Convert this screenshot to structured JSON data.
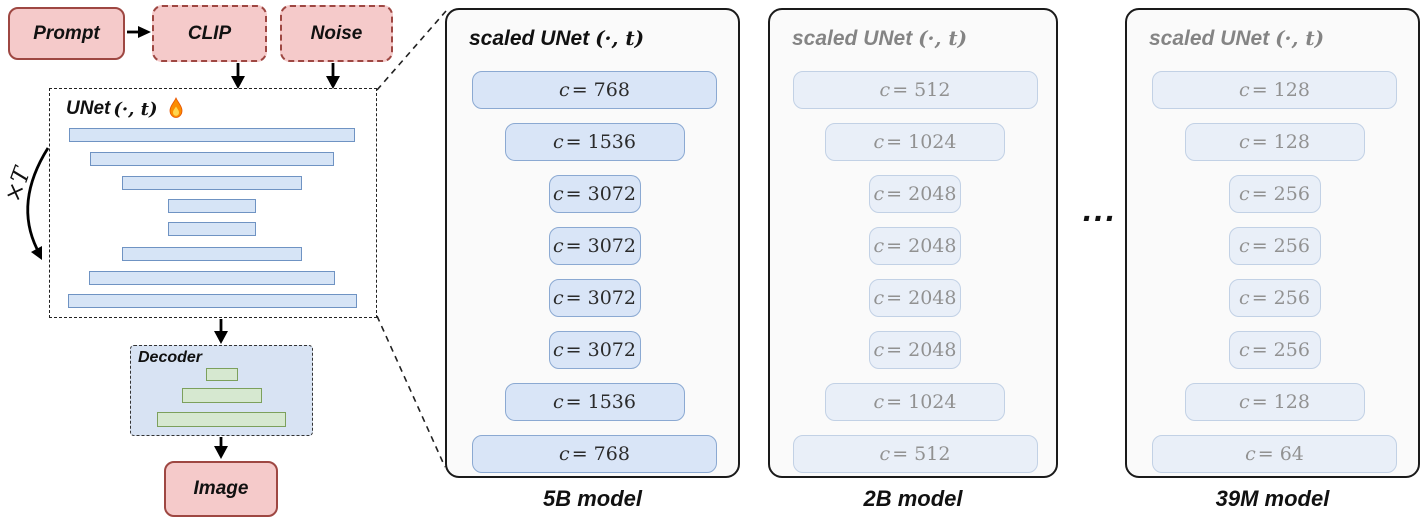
{
  "figure": {
    "flow": {
      "prompt_label": "Prompt",
      "clip_label": "CLIP",
      "noise_label": "Noise",
      "unet_title": "UNet",
      "unet_title_math": "(·, t)",
      "fire_icon": "flame",
      "loop_label": "×T",
      "decoder_label": "Decoder",
      "image_label": "Image"
    },
    "panels": [
      {
        "title": "scaled UNet",
        "title_math": "(·, t)",
        "caption": "5B model",
        "faded": false,
        "channel_symbol": "c",
        "channels": [
          768,
          1536,
          3072,
          3072,
          3072,
          3072,
          1536,
          768
        ]
      },
      {
        "title": "scaled UNet",
        "title_math": "(·, t)",
        "caption": "2B model",
        "faded": true,
        "channel_symbol": "c",
        "channels": [
          512,
          1024,
          2048,
          2048,
          2048,
          2048,
          1024,
          512
        ]
      },
      {
        "title": "scaled UNet",
        "title_math": "(·, t)",
        "caption": "39M model",
        "faded": true,
        "channel_symbol": "c",
        "channels": [
          128,
          128,
          256,
          256,
          256,
          256,
          128,
          64
        ]
      }
    ],
    "ellipsis": "...",
    "colors": {
      "pink_fill": "#f5caca",
      "red_stroke": "#9e4742",
      "blue_fill": "#d6e4f6",
      "blue_stroke": "#6f93c3",
      "pill_fill": "#d9e5f7",
      "pill_stroke": "#8ba9d2",
      "green_fill": "#d6e8d0",
      "green_stroke": "#7ca05c",
      "decoder_fill": "#d8e3f3"
    }
  }
}
